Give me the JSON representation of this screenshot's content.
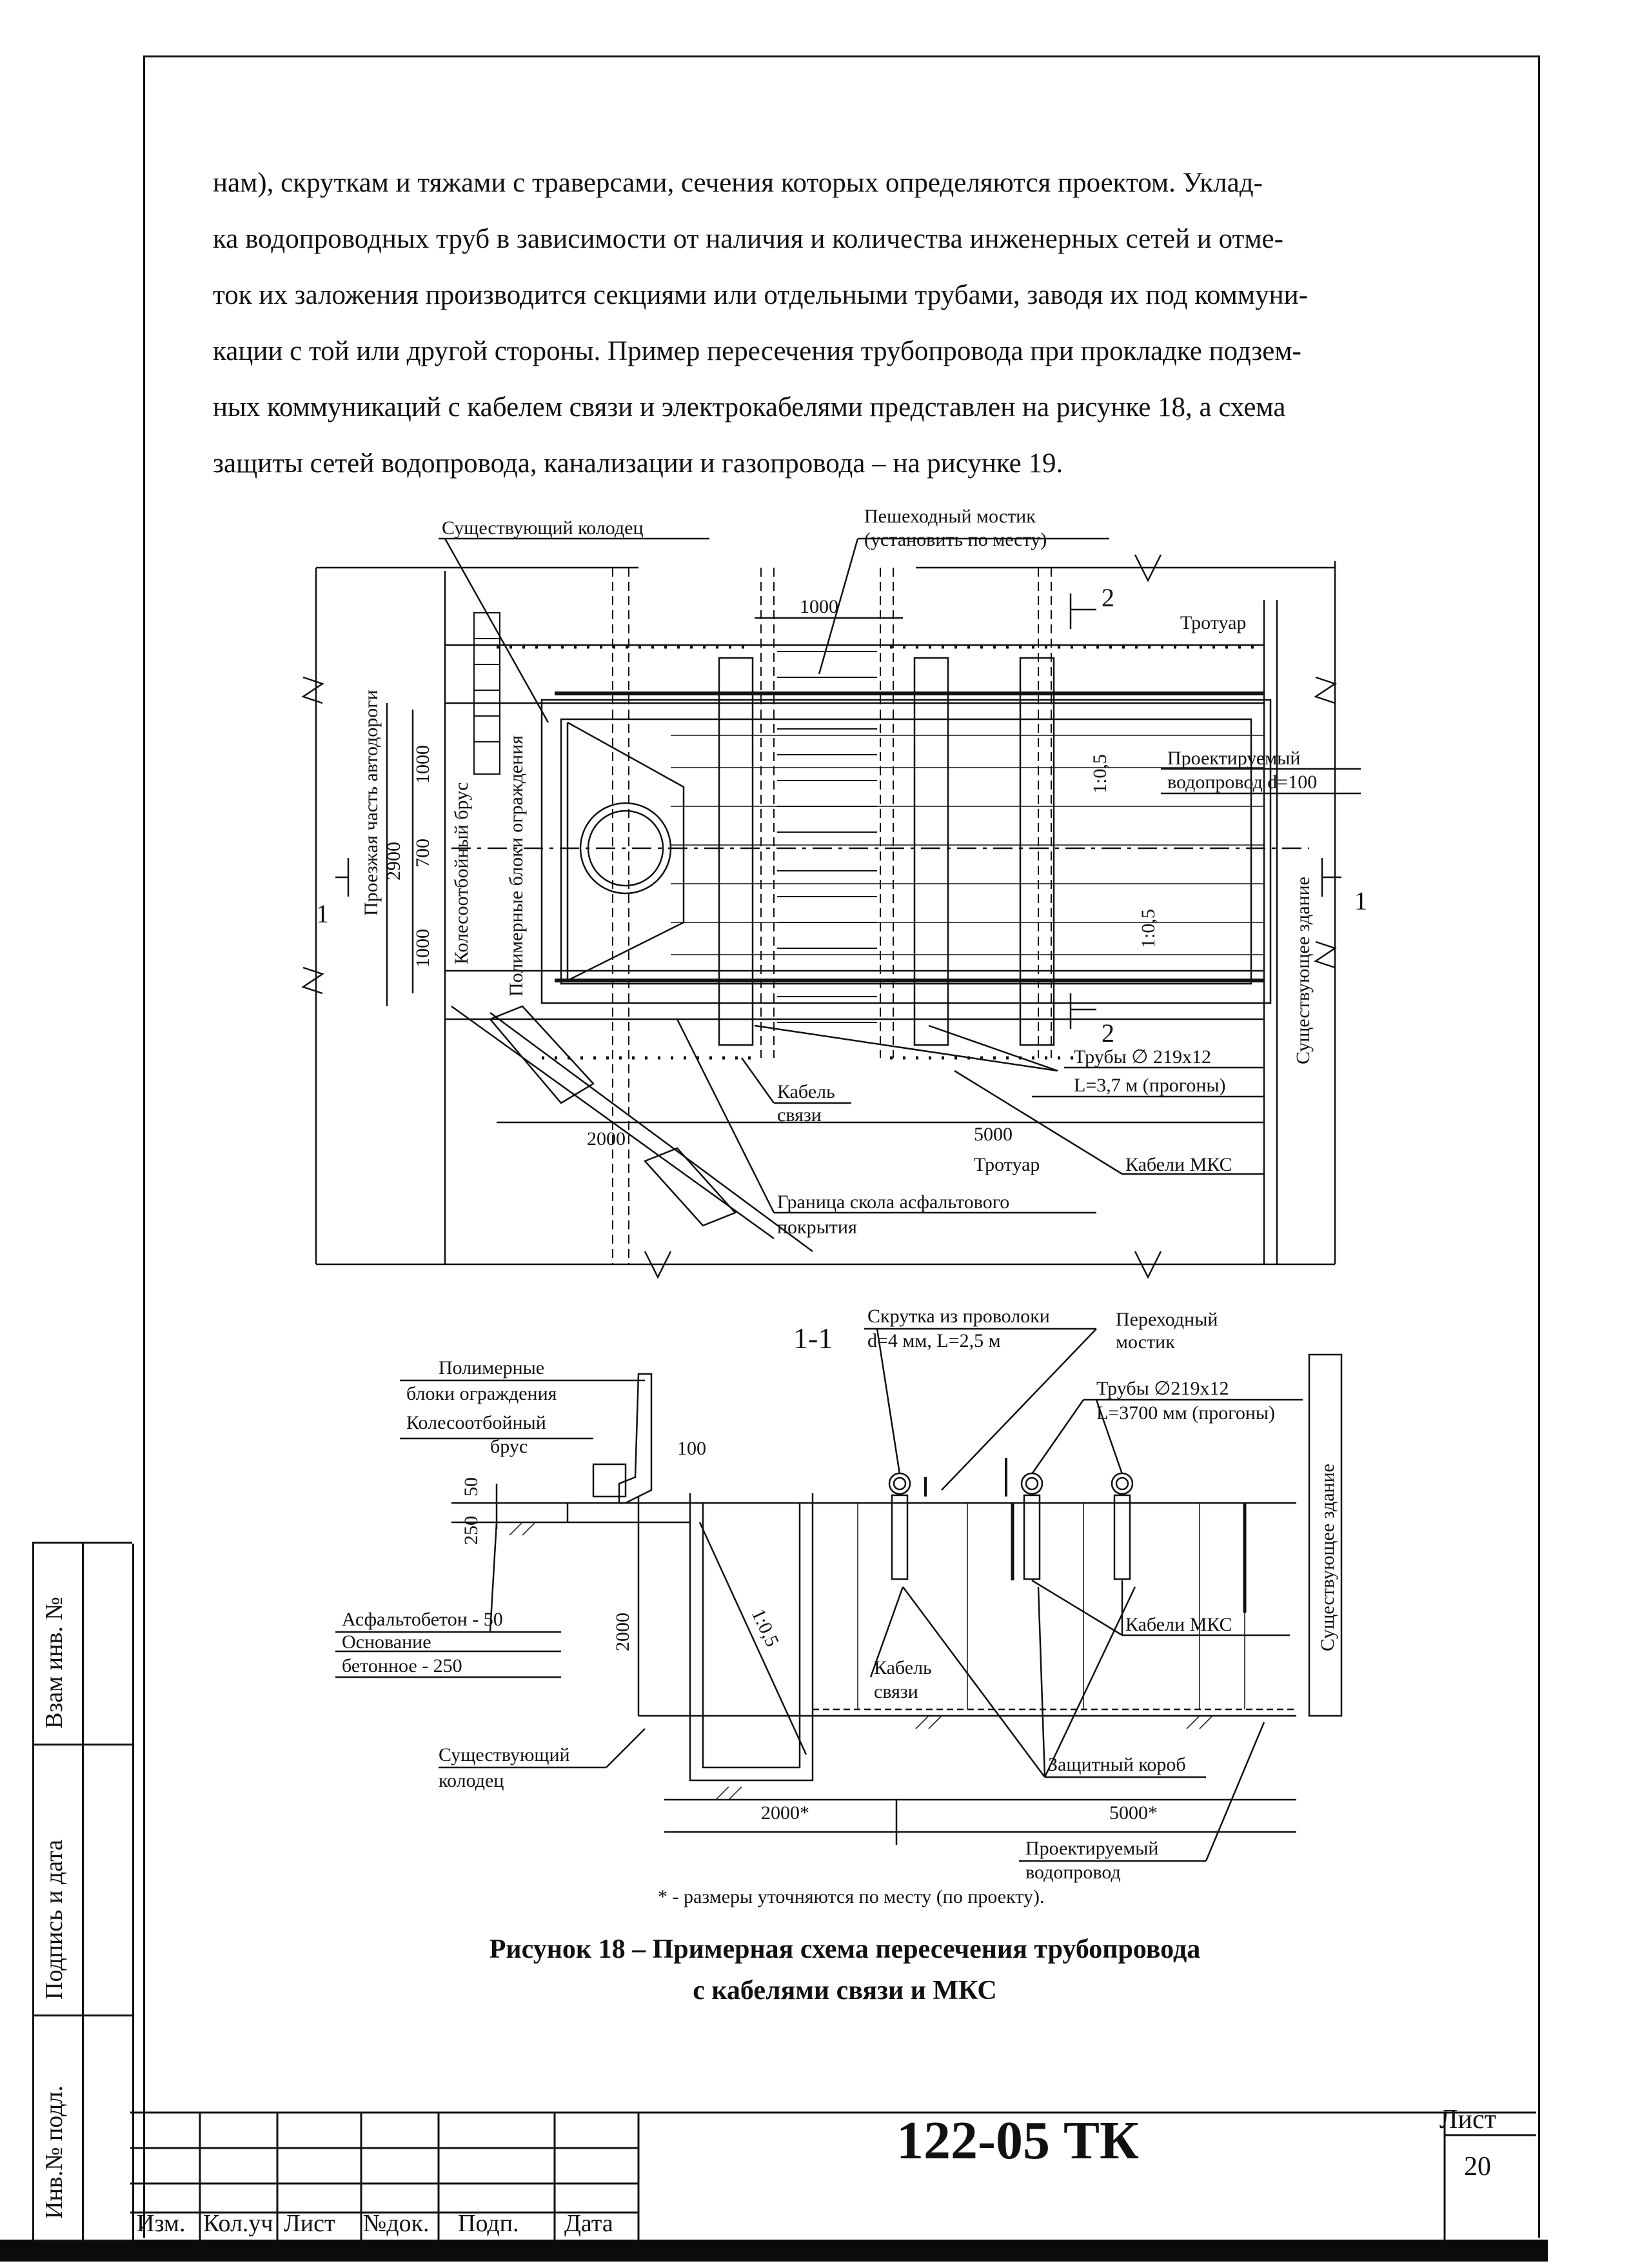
{
  "paragraph": {
    "lines": [
      "нам), скруткам и тяжами с траверсами, сечения которых определяются проектом. Уклад-",
      "ка водопроводных труб  в зависимости от наличия и количества инженерных сетей и отме-",
      "ток их заложения производится секциями или отдельными трубами, заводя их под коммуни-",
      "кации с той или другой стороны. Пример пересечения трубопровода при прокладке подзем-",
      "ных коммуникаций с кабелем связи и электрокабелями представлен на рисунке 18, а схема",
      "защиты сетей водопровода, канализации и газопровода – на рисунке 19."
    ]
  },
  "plan": {
    "existing_well": "Существующий колодец",
    "footbridge_1": "Пешеходный мостик",
    "footbridge_2": "(установить по месту)",
    "dim_1000_top": "1000",
    "section_mark": "2",
    "sidewalk_top": "Тротуар",
    "road_label": "Проезжая часть автодороги",
    "dim_2900": "2900",
    "dim_1000_a": "1000",
    "dim_700": "700",
    "dim_1000_b": "1000",
    "wheel_guard": "Колесоотбойный брус",
    "polymer_blocks": "Полимерные блоки ограждения",
    "slope_a": "1:0,5",
    "slope_b": "1:0,5",
    "proj_water_1": "Проектируемый",
    "proj_water_2": "водопровод d=100",
    "existing_building": "Существующее здание",
    "section_1": "1",
    "pipes_1": "Трубы ∅ 219х12",
    "pipes_2": "L=3,7 м (прогоны)",
    "comm_cable_1": "Кабель",
    "comm_cable_2": "связи",
    "dim_2000": "2000",
    "dim_5000": "5000",
    "sidewalk_bottom": "Тротуар",
    "mks_cables": "Кабели МКС",
    "asphalt_border_1": "Граница скола асфальтового",
    "asphalt_border_2": "покрытия"
  },
  "section": {
    "title": "1-1",
    "wire_twist_1": "Скрутка из проволоки",
    "wire_twist_2": "d=4 мм, L=2,5 м",
    "transition_bridge_1": "Переходный",
    "transition_bridge_2": "мостик",
    "pipes_1": "Трубы ∅219х12",
    "pipes_2": "L=3700 мм (прогоны)",
    "polymer_1": "Полимерные",
    "polymer_2": "блоки ограждения",
    "wheel_1": "Колесоотбойный",
    "wheel_2": "брус",
    "dim_100": "100",
    "dim_50": "50",
    "dim_250": "250",
    "existing_building": "Существующее здание",
    "asphalt": "Асфальтобетон - 50",
    "base_1": "Основание",
    "base_2": "бетонное - 250",
    "dim_2000_v": "2000",
    "slope": "1:0,5",
    "comm_cable_1": "Кабель",
    "comm_cable_2": "связи",
    "mks_cables": "Кабели МКС",
    "existing_well_1": "Существующий",
    "existing_well_2": "колодец",
    "protective_box": "Защитный короб",
    "dim_2000": "2000*",
    "dim_5000": "5000*",
    "proj_water_1": "Проектируемый",
    "proj_water_2": "водопровод"
  },
  "footnote": "* - размеры уточняются по месту (по проекту).",
  "caption": {
    "line1": "Рисунок 18 – Примерная схема пересечения трубопровода",
    "line2": "с кабелями связи и МКС"
  },
  "stamp": {
    "inv_replace": "Взам инв. №",
    "sign_date": "Подпись и дата",
    "inv_orig": "Инв.№ подл."
  },
  "title_block": {
    "col_izm": "Изм.",
    "col_kol": "Кол.уч",
    "col_list": "Лист",
    "col_ndok": "№док.",
    "col_podp": "Подп.",
    "col_data": "Дата",
    "doc_code": "122-05 ТК",
    "sheet_label": "Лист",
    "sheet_number": "20"
  }
}
